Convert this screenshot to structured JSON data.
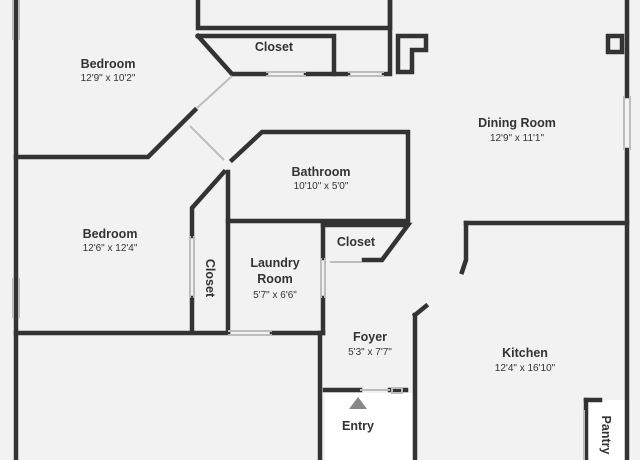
{
  "floorplan": {
    "rooms": [
      {
        "id": "bedroom-1",
        "name": "Bedroom",
        "dims": "12'9\" x 10'2\""
      },
      {
        "id": "closet-top",
        "name": "Closet",
        "dims": ""
      },
      {
        "id": "dining-room",
        "name": "Dining Room",
        "dims": "12'9\" x 11'1\""
      },
      {
        "id": "bathroom",
        "name": "Bathroom",
        "dims": "10'10\" x 5'0\""
      },
      {
        "id": "bedroom-2",
        "name": "Bedroom",
        "dims": "12'6\" x 12'4\""
      },
      {
        "id": "closet-vertical",
        "name": "Closet",
        "dims": ""
      },
      {
        "id": "laundry-room",
        "name": "Laundry Room",
        "name_line1": "Laundry",
        "name_line2": "Room",
        "dims": "5'7\" x 6'6\""
      },
      {
        "id": "closet-mid",
        "name": "Closet",
        "dims": ""
      },
      {
        "id": "foyer",
        "name": "Foyer",
        "dims": "5'3\" x 7'7\""
      },
      {
        "id": "kitchen",
        "name": "Kitchen",
        "dims": "12'4\" x 16'10\""
      },
      {
        "id": "entry",
        "name": "Entry",
        "dims": ""
      },
      {
        "id": "pantry",
        "name": "Pantry",
        "dims": ""
      }
    ],
    "colors": {
      "background": "#f2f2f2",
      "wall": "#333333",
      "opening": "#bdbdbd",
      "entry_fill": "#ffffff"
    }
  }
}
